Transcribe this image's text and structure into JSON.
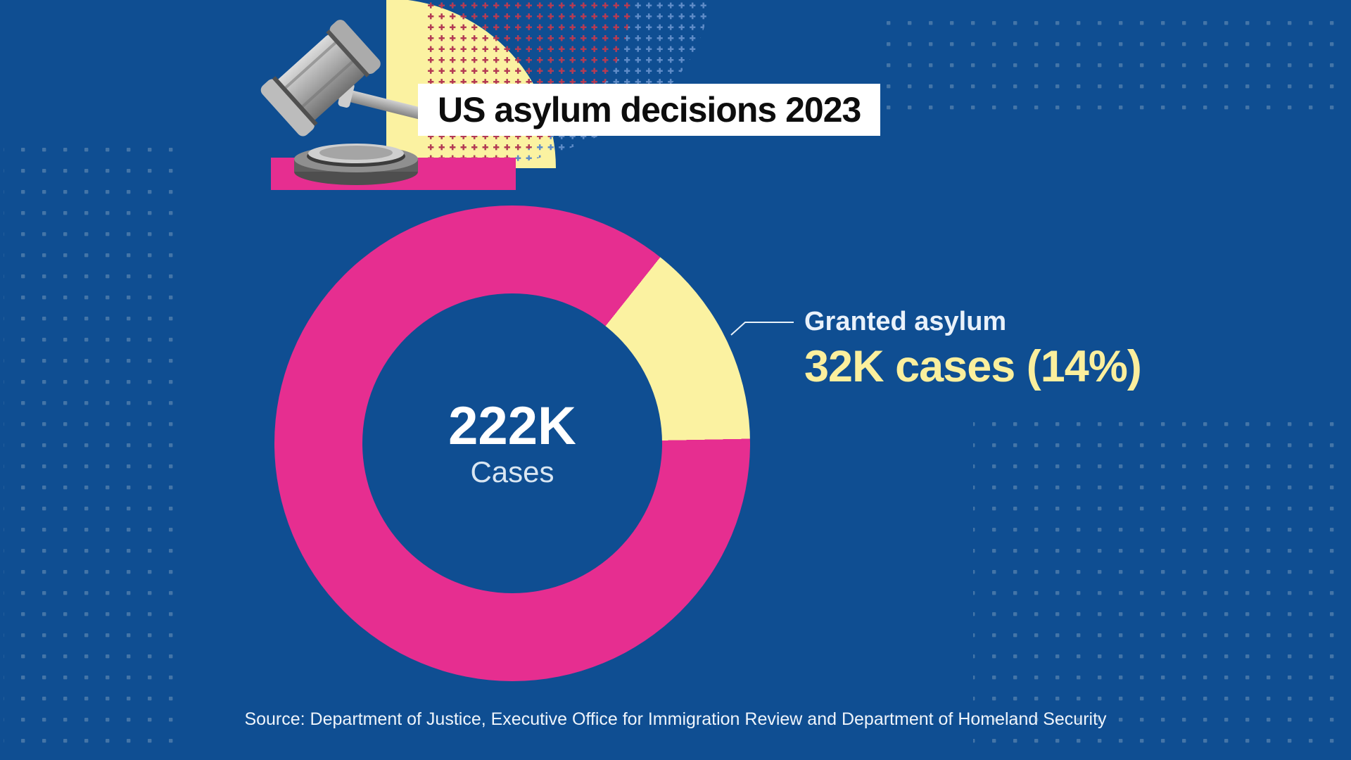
{
  "colors": {
    "background": "#0f4e92",
    "pink": "#e62e90",
    "yellow": "#fbf2a1",
    "label_yellow": "#fbef9d",
    "dot_blue": "#4e7cab",
    "plus_red": "#b53a52",
    "plus_blue": "#5e8bc7",
    "title_text": "#0d0d0d",
    "white": "#ffffff"
  },
  "header": {
    "title": "US asylum decisions 2023"
  },
  "chart_data": {
    "type": "pie",
    "variant": "donut",
    "title": "US asylum decisions 2023",
    "center": {
      "value": "222K",
      "label": "Cases"
    },
    "total_cases_thousands": 222,
    "segments": [
      {
        "name": "Granted asylum",
        "percent": 14,
        "cases_thousands": 32,
        "color": "#fbf2a1",
        "callout_label": "Granted asylum",
        "callout_value": "32K cases (14%)"
      },
      {
        "name": "",
        "percent": 86,
        "cases_thousands": 190,
        "color": "#e62e90"
      }
    ],
    "start_angle_deg": 38.5,
    "legend_position": "right-callout",
    "grid": false
  },
  "source": {
    "text": "Source: Department of Justice, Executive Office for Immigration Review and Department of Homeland Security"
  }
}
